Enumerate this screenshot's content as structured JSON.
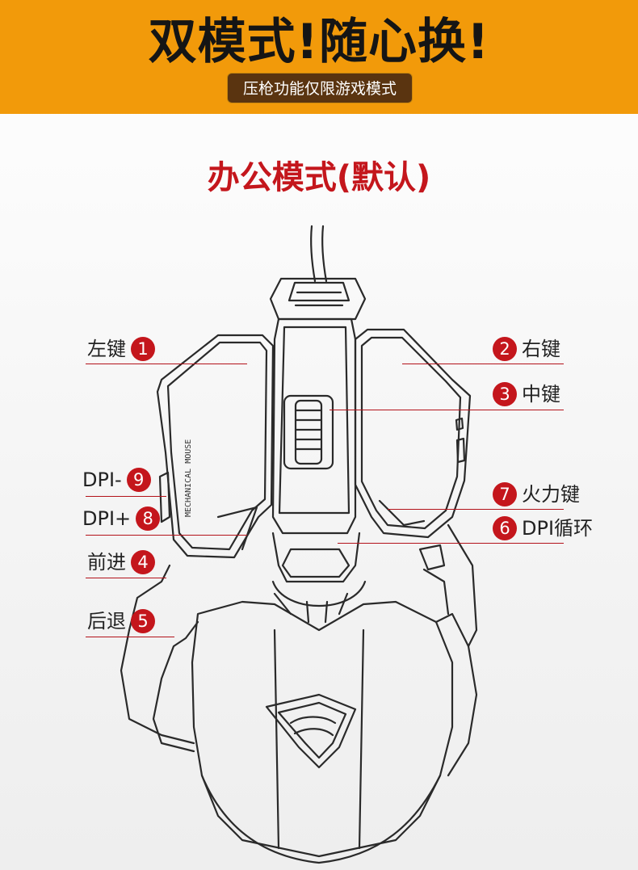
{
  "banner": {
    "title": "双模式!随心换!",
    "subtitle": "压枪功能仅限游戏模式"
  },
  "mode_title": "办公模式(默认)",
  "mouse_text": "MECHANICAL MOUSE",
  "labels": {
    "left_key": {
      "text": "左键",
      "num": "1"
    },
    "right_key": {
      "text": "右键",
      "num": "2"
    },
    "middle_key": {
      "text": "中键",
      "num": "3"
    },
    "forward": {
      "text": "前进",
      "num": "4"
    },
    "back": {
      "text": "后退",
      "num": "5"
    },
    "dpi_cycle": {
      "text": "DPI循环",
      "num": "6"
    },
    "fire_key": {
      "text": "火力键",
      "num": "7"
    },
    "dpi_plus": {
      "text": "DPI+",
      "num": "8"
    },
    "dpi_minus": {
      "text": "DPI-",
      "num": "9"
    }
  },
  "colors": {
    "banner": "#f29a0a",
    "accent_red": "#c4161c",
    "pill": "#5a3410"
  }
}
